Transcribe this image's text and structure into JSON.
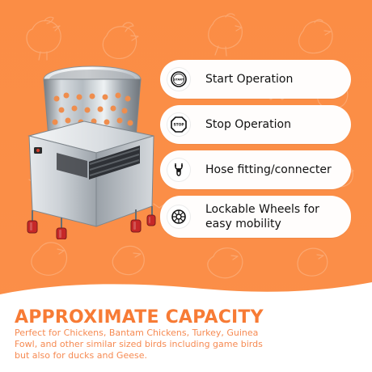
{
  "colors": {
    "background_orange": "#fb8e47",
    "pill_white": "#fffdfc",
    "title_orange": "#f77b35",
    "body_orange": "#f68a52",
    "steel_light": "#d8d8d8",
    "steel_mid": "#b8bcc1",
    "steel_dark": "#7f858c"
  },
  "features": [
    {
      "label": "Start Operation",
      "icon_name": "start-button-icon"
    },
    {
      "label": "Stop Operation",
      "icon_name": "stop-sign-icon"
    },
    {
      "label": "Hose fitting/connecter",
      "icon_name": "hose-fitting-icon"
    },
    {
      "label": "Lockable Wheels for\neasy mobility",
      "icon_name": "wheel-icon"
    }
  ],
  "icon_text": {
    "start": "START",
    "stop": "STOP"
  },
  "capacity": {
    "title": "APPROXIMATE CAPACITY",
    "description": "Perfect for Chickens, Bantam Chickens, Turkey, Guinea\nFowl, and other similar sized birds including game birds\nbut also for ducks and Geese."
  }
}
